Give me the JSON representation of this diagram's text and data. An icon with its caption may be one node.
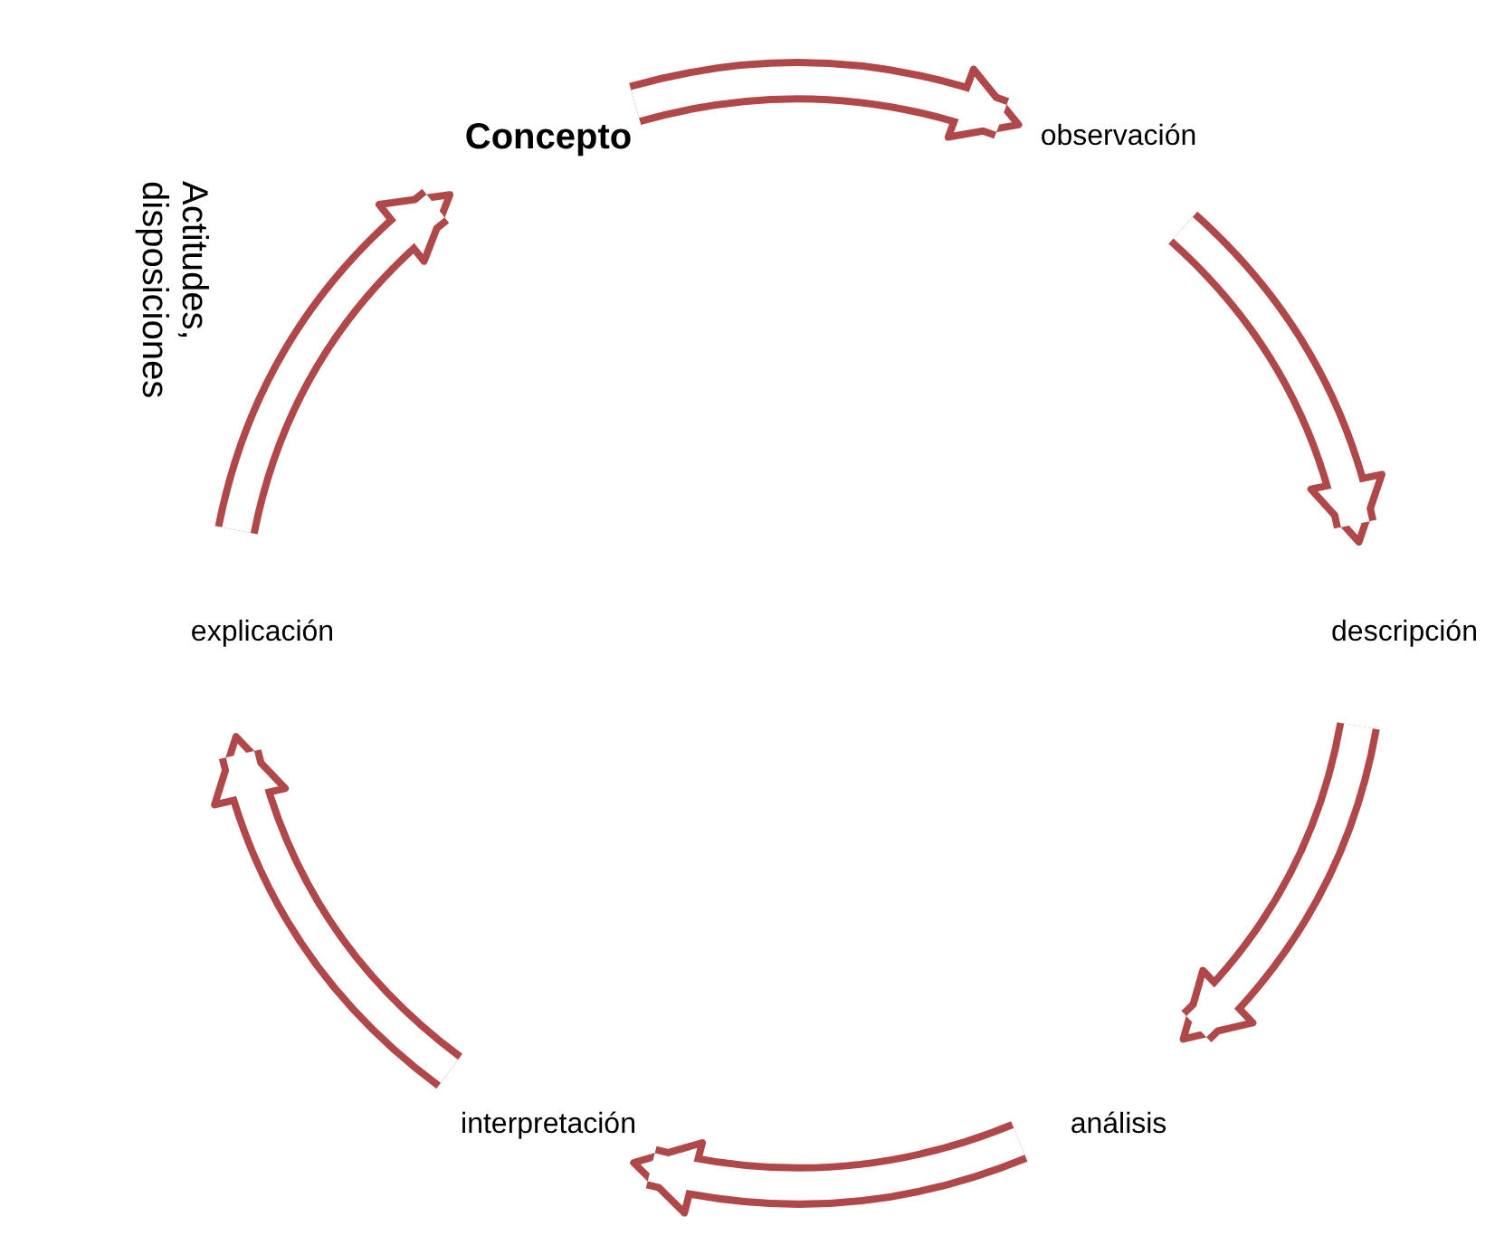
{
  "diagram": {
    "nodes": [
      {
        "text": [
          "Concepto"
        ]
      },
      {
        "text": [
          "observación"
        ]
      },
      {
        "text": [
          "descripción"
        ]
      },
      {
        "text": [
          "análisis"
        ]
      },
      {
        "text": [
          "interpretación"
        ]
      },
      {
        "text": [
          "explicación"
        ]
      }
    ],
    "edges": [
      {
        "from": 0,
        "to": 1,
        "arrow": "to"
      },
      {
        "from": 1,
        "to": 2,
        "arrow": "to"
      },
      {
        "from": 2,
        "to": 3,
        "arrow": "to"
      },
      {
        "from": 3,
        "to": 4,
        "arrow": "to"
      },
      {
        "from": 4,
        "to": 5,
        "arrow": "to"
      },
      {
        "from": 5,
        "to": 0,
        "arrow": "to"
      }
    ],
    "labels": [
      "Actitudes, disposiciones"
    ]
  }
}
